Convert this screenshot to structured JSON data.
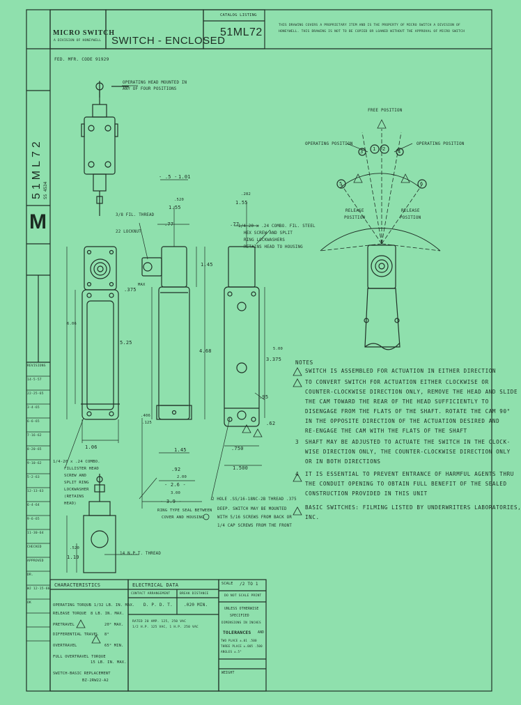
{
  "title_block": {
    "company": "MICRO SWITCH",
    "company_sub": "A DIVISION OF HONEYWELL",
    "fed_code": "FED. MFR. CODE 91929",
    "title": "SWITCH - ENCLOSED",
    "catalog_label": "CATALOG LISTING",
    "catalog_number": "51ML72",
    "proprietary_1": "THIS DRAWING COVERS A PROPRIETARY ITEM AND IS THE PROPERTY OF MICRO SWITCH A DIVISION OF",
    "proprietary_2": "HONEYWELL. THIS DRAWING IS NOT TO BE COPIED OR LOANED WITHOUT THE APPROVAL OF MICRO SWITCH"
  },
  "side_strip": {
    "catalog_number": "51ML72",
    "code": "SS 4534",
    "letter": "M"
  },
  "revision_labels": [
    "REVISIONS",
    "14-5-57",
    "22-25-65",
    "3-4-65",
    "6-6-65",
    "7-16-62",
    "8-20-65",
    "9-10-62",
    "5-2-63",
    "12-13-63",
    "6-4-64",
    "9-6-65",
    "11-30-64",
    "CHECKED",
    "APPROVED",
    "DR.",
    "WJ 12-15-66",
    "OK"
  ],
  "front_view": {
    "head_note_1": "OPERATING HEAD MOUNTED IN",
    "head_note_2": "ANY OF FOUR POSITIONS",
    "thread_note": "14 N.P.T. THREAD"
  },
  "dims": {
    "d_5": "- .5 -",
    "d_101": "1.01",
    "d_520": ".520",
    "d_155": "1.55",
    "d_3_48": "3/8 FIL. THREAD",
    "d_22": "22 LOCKNUT",
    "d_77a": ".77",
    "d_77b": ".77",
    "d_282": ".282",
    "d_155b": "1.55",
    "d_145": "1.45",
    "d_375": ".375",
    "d_max": "MAX",
    "d_606": "6.06",
    "d_525": "5.25",
    "d_468": "4.68",
    "d_500": "5.00",
    "d_3375": "3.375",
    "d_106": "1.06",
    "d_406": ".406",
    "d_125": ".125",
    "d_145b": "1.45",
    "d_92": ".92",
    "d_26": "- 2.6 -",
    "d_39": "- 3.9 -",
    "d_300": "3.00",
    "d_200": "2.00",
    "d_750": ".750",
    "d_1500": "1.500",
    "d_62": ".62",
    "d_95": ".95",
    "d_119": "1.19",
    "d_520b": ".520"
  },
  "callouts": {
    "combo_1": "1/4-20 x .24 COMBO. FIL. STEEL",
    "combo_2": "HEX SCREW AND SPLIT",
    "combo_3": "RING LOCKWASHERS",
    "combo_4": "RETAINS HEAD TO HOUSING",
    "fil_1": "1/4-20 x .24 COMBO.",
    "fil_2": "FILLISTER HEAD",
    "fil_3": "SCREW AND",
    "fil_4": "SPLIT RING",
    "fil_5": "LOCKWASHER",
    "fil_6": "(RETAINS",
    "fil_7": "HEAD)",
    "ring_1": "RING TYPE SEAL BETWEEN",
    "ring_2": "COVER AND HOUSING",
    "hole_1": "2 HOLE .SS/16-18NC-2B THREAD .375",
    "hole_2": "DEEP. SWITCH MAY BE MOUNTED",
    "hole_3": "WITH 5/16 SCREWS FROM BACK OR",
    "hole_4": "1/4 CAP SCREWS FROM THE FRONT"
  },
  "lever_diagram": {
    "free_position": "FREE POSITION",
    "operated_left": "OPERATING POSITION",
    "operated_right": "OPERATING POSITION",
    "release_left_1": "RELEASE",
    "release_left_2": "POSITION",
    "release_right_1": "RELEASE",
    "release_right_2": "POSITION",
    "n1": "1",
    "n2": "2",
    "n3": "3",
    "n4": "4",
    "n5": "5",
    "n6": "6"
  },
  "notes": {
    "header": "NOTES",
    "n1": "SWITCH IS ASSEMBLED FOR ACTUATION IN EITHER DIRECTION",
    "n2a": "TO CONVERT SWITCH FOR ACTUATION EITHER CLOCKWISE OR",
    "n2b": "COUNTER-CLOCKWISE DIRECTION ONLY, REMOVE THE HEAD AND SLIDE",
    "n2c": "THE CAM TOWARD THE REAR OF THE HEAD SUFFICIENTLY TO",
    "n2d": "DISENGAGE FROM THE FLATS OF THE SHAFT. ROTATE THE CAM 90°",
    "n2e": "IN THE OPPOSITE DIRECTION OF THE ACTUATION DESIRED AND",
    "n2f": "RE-ENGAGE THE CAM WITH THE FLATS OF THE SHAFT",
    "n3a": "SHAFT MAY BE ADJUSTED TO ACTUATE THE SWITCH IN THE CLOCK-",
    "n3b": "WISE DIRECTION ONLY, THE COUNTER-CLOCKWISE DIRECTION ONLY",
    "n3c": "OR IN BOTH DIRECTIONS",
    "n4a": "IT IS ESSENTIAL TO PREVENT ENTRANCE OF HARMFUL AGENTS THRU",
    "n4b": "THE CONDUIT OPENING TO OBTAIN FULL BENEFIT OF THE SEALED",
    "n4c": "CONSTRUCTION PROVIDED IN THIS UNIT",
    "n5a": "BASIC SWITCHES: FILMING LISTED BY UNDERWRITERS LABORATORIES,",
    "n5b": "INC.",
    "num3": "3",
    "num4": "4"
  },
  "characteristics": {
    "header": "CHARACTERISTICS",
    "rows": [
      {
        "label": "OPERATING TORQUE",
        "value": "5 1/32 LB. IN. MAX."
      },
      {
        "label": "RELEASE TORQUE",
        "value": "8 LB. IN. MAX."
      },
      {
        "label": "PRETRAVEL",
        "value": "20° MAX."
      },
      {
        "label": "DIFFERENTIAL TRAVEL",
        "value": "8°"
      },
      {
        "label": "OVERTRAVEL",
        "value": "65° MIN."
      },
      {
        "label": "FULL OVERTRAVEL TORQUE",
        "value": "15 LB. IN. MAX."
      },
      {
        "label": "SWITCH-BASIC REPLACEMENT",
        "value": "BZ-2RW22-A2"
      }
    ]
  },
  "electrical": {
    "header": "ELECTRICAL DATA",
    "col1": "CONTACT ARRANGEMENT",
    "col2": "BREAK DISTANCE",
    "val1": "D. P. D. T.",
    "val2": ".020 MIN.",
    "rating_1": "RATED 20 AMP. 125, 250 VAC",
    "rating_2": "1/2 H.P. 125 VAC, 1 H.P. 250 VAC"
  },
  "right_block": {
    "scale_label": "SCALE",
    "scale_value": "/2 TO 1",
    "do_not_scale": "DO NOT SCALE PRINT",
    "unless_1": "UNLESS OTHERWISE",
    "unless_2": "SPECIFIED",
    "unless_3": "DIMENSIONS IN INCHES",
    "tolerances": "TOLERANCES",
    "and": "AND",
    "tol_1": "TWO PLACE ±.01    .500",
    "tol_2": "THREE PLACE ±.005  .500",
    "tol_3": "ANGLES ±.5°",
    "weight": "WEIGHT"
  }
}
